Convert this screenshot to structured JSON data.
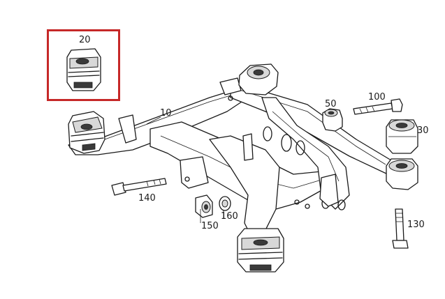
{
  "diagram": {
    "highlight_color": "#c62828",
    "callouts": {
      "p10": "10",
      "p20": "20",
      "p30": "30",
      "p50": "50",
      "p100": "100",
      "p130": "130",
      "p140": "140",
      "p150": "150",
      "p160": "160"
    }
  }
}
